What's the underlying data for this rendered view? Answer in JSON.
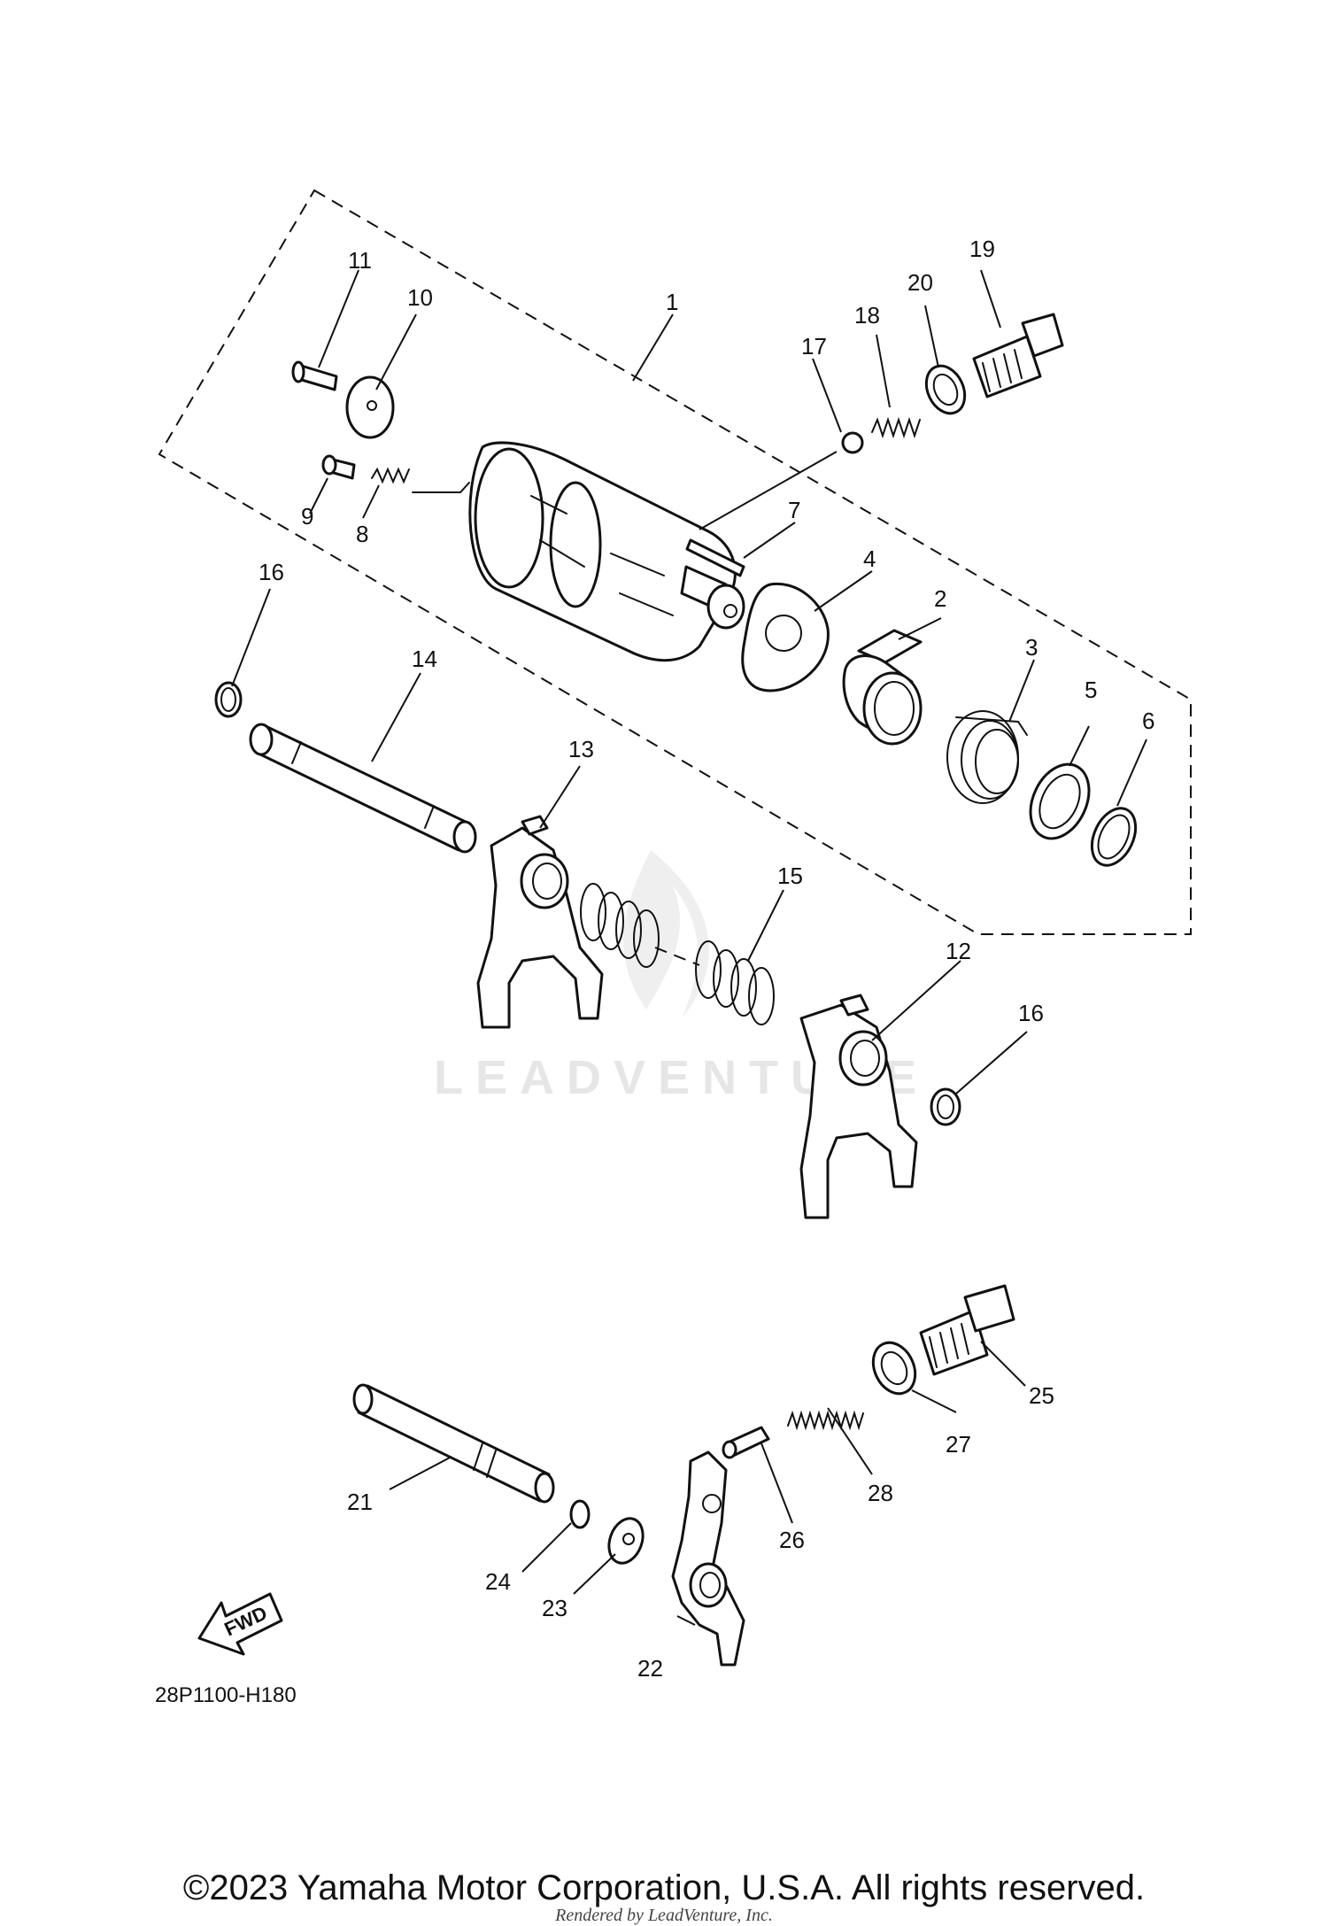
{
  "diagram": {
    "callouts": [
      "1",
      "2",
      "3",
      "4",
      "5",
      "6",
      "7",
      "8",
      "9",
      "10",
      "11",
      "12",
      "13",
      "14",
      "15",
      "16",
      "16",
      "17",
      "18",
      "19",
      "20",
      "21",
      "22",
      "23",
      "24",
      "25",
      "26",
      "27",
      "28"
    ],
    "diagram_code": "28P1100-H180",
    "fwd_label": "FWD",
    "watermark": "LEADVENTURE"
  },
  "footer": {
    "copyright": "©2023 Yamaha Motor Corporation, U.S.A. All rights reserved.",
    "rendered_by": "Rendered by LeadVenture, Inc."
  },
  "colors": {
    "line": "#111111",
    "watermark": "#e6e6e6"
  }
}
